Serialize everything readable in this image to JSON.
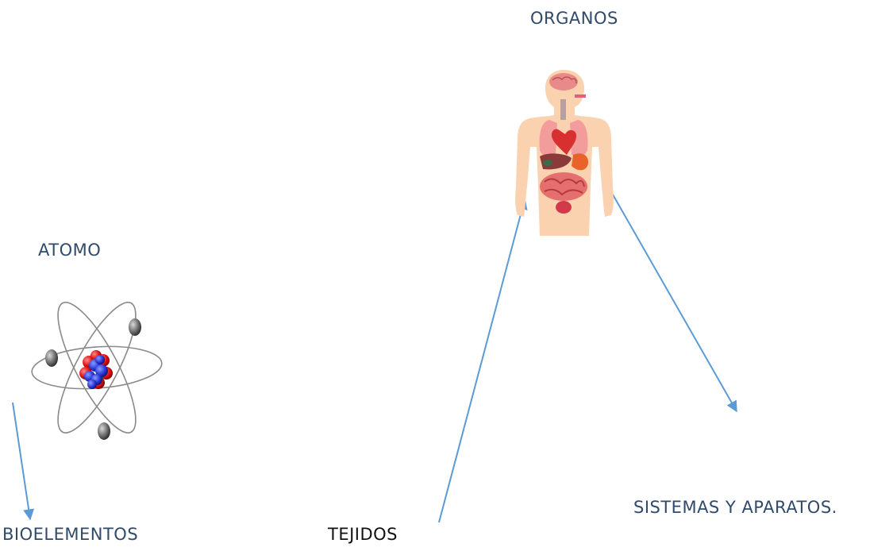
{
  "labels": {
    "organos": "ORGANOS",
    "atomo": "ATOMO",
    "sistemas": "SISTEMAS Y APARATOS.",
    "bioelementos": "BIOELEMENTOS",
    "tejidos": "TEJIDOS"
  },
  "colors": {
    "heading_text": "#2f4a6b",
    "plain_text": "#111111",
    "arrow": "#5b9bd5"
  },
  "icons": {
    "atom": "atom-icon",
    "human_body": "human-organs-icon"
  }
}
